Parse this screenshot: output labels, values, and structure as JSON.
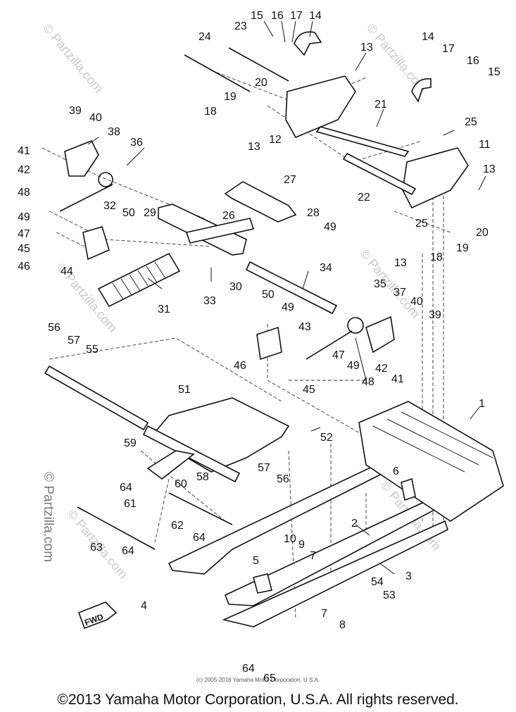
{
  "watermark": "© Partzilla.com",
  "fwd_label": "FWD",
  "image_credit": "(c) 2005-2016 Yamaha Motor Corporation, U.S.A.",
  "copyright": "©2013 Yamaha Motor Corporation, U.S.A. All rights reserved.",
  "callouts": [
    {
      "id": "c1",
      "text": "15"
    },
    {
      "id": "c2",
      "text": "16"
    },
    {
      "id": "c3",
      "text": "17"
    },
    {
      "id": "c4",
      "text": "14"
    },
    {
      "id": "c5",
      "text": "23"
    },
    {
      "id": "c6",
      "text": "24"
    },
    {
      "id": "c7",
      "text": "13"
    },
    {
      "id": "c8",
      "text": "20"
    },
    {
      "id": "c9",
      "text": "19"
    },
    {
      "id": "c10",
      "text": "18"
    },
    {
      "id": "c11",
      "text": "13"
    },
    {
      "id": "c12",
      "text": "12"
    },
    {
      "id": "c13",
      "text": "14"
    },
    {
      "id": "c14",
      "text": "17"
    },
    {
      "id": "c15",
      "text": "16"
    },
    {
      "id": "c16",
      "text": "15"
    },
    {
      "id": "c17",
      "text": "21"
    },
    {
      "id": "c18",
      "text": "25"
    },
    {
      "id": "c19",
      "text": "11"
    },
    {
      "id": "c20",
      "text": "13"
    },
    {
      "id": "c21",
      "text": "22"
    },
    {
      "id": "c22",
      "text": "25"
    },
    {
      "id": "c23",
      "text": "20"
    },
    {
      "id": "c24",
      "text": "19"
    },
    {
      "id": "c25",
      "text": "18"
    },
    {
      "id": "c26",
      "text": "13"
    },
    {
      "id": "c27",
      "text": "39"
    },
    {
      "id": "c28",
      "text": "40"
    },
    {
      "id": "c29",
      "text": "38"
    },
    {
      "id": "c30",
      "text": "41"
    },
    {
      "id": "c31",
      "text": "42"
    },
    {
      "id": "c32",
      "text": "36"
    },
    {
      "id": "c33",
      "text": "27"
    },
    {
      "id": "c34",
      "text": "48"
    },
    {
      "id": "c35",
      "text": "49"
    },
    {
      "id": "c36",
      "text": "50"
    },
    {
      "id": "c37",
      "text": "32"
    },
    {
      "id": "c38",
      "text": "29"
    },
    {
      "id": "c39",
      "text": "26"
    },
    {
      "id": "c40",
      "text": "28"
    },
    {
      "id": "c41",
      "text": "49"
    },
    {
      "id": "c42",
      "text": "47"
    },
    {
      "id": "c43",
      "text": "45"
    },
    {
      "id": "c44",
      "text": "46"
    },
    {
      "id": "c45",
      "text": "44"
    },
    {
      "id": "c46",
      "text": "34"
    },
    {
      "id": "c47",
      "text": "31"
    },
    {
      "id": "c48",
      "text": "33"
    },
    {
      "id": "c49",
      "text": "30"
    },
    {
      "id": "c50",
      "text": "35"
    },
    {
      "id": "c51",
      "text": "37"
    },
    {
      "id": "c52",
      "text": "50"
    },
    {
      "id": "c53",
      "text": "49"
    },
    {
      "id": "c54",
      "text": "40"
    },
    {
      "id": "c55",
      "text": "39"
    },
    {
      "id": "c56",
      "text": "43"
    },
    {
      "id": "c57",
      "text": "56"
    },
    {
      "id": "c58",
      "text": "57"
    },
    {
      "id": "c59",
      "text": "55"
    },
    {
      "id": "c60",
      "text": "47"
    },
    {
      "id": "c61",
      "text": "42"
    },
    {
      "id": "c62",
      "text": "41"
    },
    {
      "id": "c63",
      "text": "49"
    },
    {
      "id": "c64",
      "text": "46"
    },
    {
      "id": "c65",
      "text": "48"
    },
    {
      "id": "c66",
      "text": "45"
    },
    {
      "id": "c67",
      "text": "51"
    },
    {
      "id": "c68",
      "text": "1"
    },
    {
      "id": "c69",
      "text": "52"
    },
    {
      "id": "c70",
      "text": "59"
    },
    {
      "id": "c71",
      "text": "57"
    },
    {
      "id": "c72",
      "text": "56"
    },
    {
      "id": "c73",
      "text": "64"
    },
    {
      "id": "c74",
      "text": "60"
    },
    {
      "id": "c75",
      "text": "58"
    },
    {
      "id": "c76",
      "text": "6"
    },
    {
      "id": "c77",
      "text": "61"
    },
    {
      "id": "c78",
      "text": "62"
    },
    {
      "id": "c79",
      "text": "64"
    },
    {
      "id": "c80",
      "text": "2"
    },
    {
      "id": "c81",
      "text": "63"
    },
    {
      "id": "c82",
      "text": "64"
    },
    {
      "id": "c83",
      "text": "10"
    },
    {
      "id": "c84",
      "text": "9"
    },
    {
      "id": "c85",
      "text": "7"
    },
    {
      "id": "c86",
      "text": "3"
    },
    {
      "id": "c87",
      "text": "5"
    },
    {
      "id": "c88",
      "text": "54"
    },
    {
      "id": "c89",
      "text": "53"
    },
    {
      "id": "c90",
      "text": "4"
    },
    {
      "id": "c91",
      "text": "7"
    },
    {
      "id": "c92",
      "text": "8"
    },
    {
      "id": "c93",
      "text": "64"
    },
    {
      "id": "c94",
      "text": "65"
    }
  ]
}
